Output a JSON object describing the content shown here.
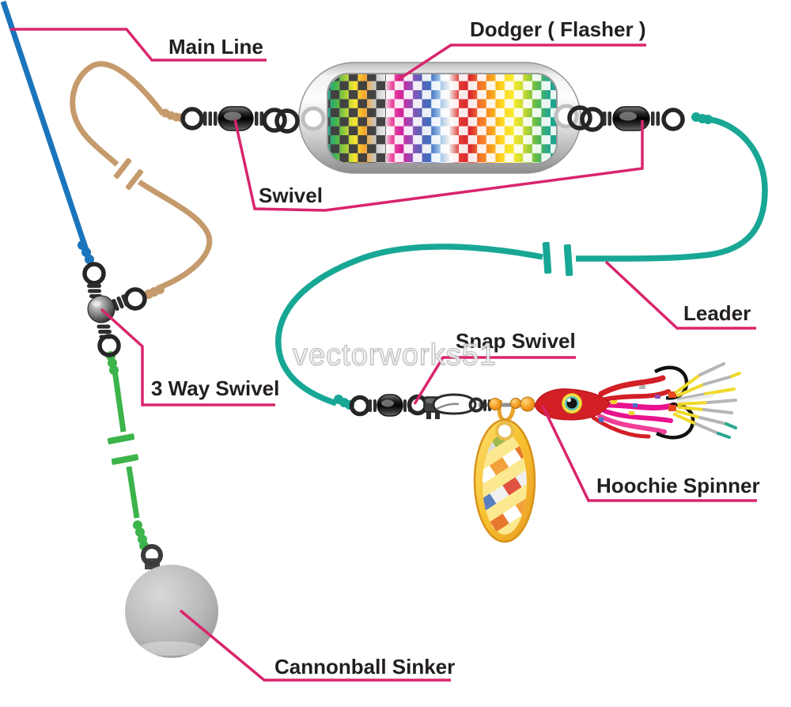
{
  "watermark": "vectorworks51",
  "labels": {
    "main_line": "Main Line",
    "dodger": "Dodger ( Flasher )",
    "swivel": "Swivel",
    "leader": "Leader",
    "three_way_swivel": "3 Way Swivel",
    "snap_swivel": "Snap Swivel",
    "hoochie_spinner": "Hoochie Spinner",
    "cannonball_sinker": "Cannonball Sinker"
  },
  "colors": {
    "callout": "#d9256d",
    "main-line": "#1b75bc",
    "dropper-line": "#c59a6c",
    "leader-line": "#18a795",
    "sinker-line": "#3cb44b",
    "label-text": "#231f20",
    "hardware-dark": "#2a2a2a",
    "blade-gold": "#f6bf2e",
    "hoochie-red": "#d31f26",
    "hoochie-magenta": "#e8128e"
  }
}
